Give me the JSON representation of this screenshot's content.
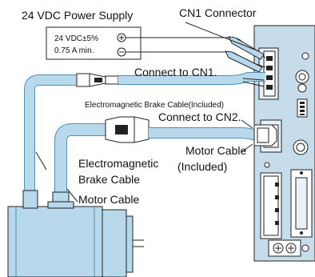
{
  "labels": {
    "power_supply": "24 VDC Power Supply",
    "cn1_connector": "CN1 Connector",
    "psu_voltage": "24 VDC±5%",
    "psu_current": "0.75 A min.",
    "plus_sign": "+",
    "minus_sign": "−",
    "connect_cn1": "Connect to CN1.",
    "brake_cable_included": "Electromagnetic Brake Cable(Included)",
    "connect_cn2": "Connect to CN2.",
    "motor_cable_line1": "Motor Cable",
    "motor_cable_line2": "(Included)",
    "em_brake_line1": "Electromagnetic",
    "em_brake_line2": "Brake Cable",
    "motor_cable": "Motor Cable"
  },
  "colors": {
    "cable": "#b8d8ec",
    "cable_edge": "#4d8fb5",
    "driver_body": "#c7dceb",
    "line": "#222222",
    "background": "#ffffff"
  }
}
